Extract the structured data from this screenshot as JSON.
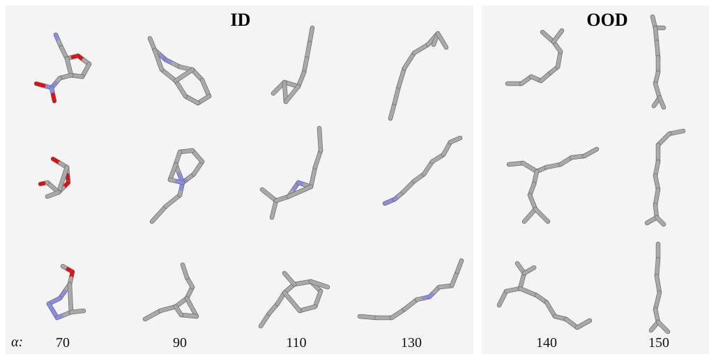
{
  "panels": {
    "id": {
      "title": "ID"
    },
    "ood": {
      "title": "OOD"
    }
  },
  "alpha": {
    "label": "α:",
    "values": [
      "70",
      "90",
      "110",
      "130",
      "140",
      "150"
    ]
  },
  "colors": {
    "carbon": "#a9a9a9",
    "nitrogen": "#8c8ce0",
    "oxygen": "#e01010",
    "panel_bg": "#f4f4f4"
  },
  "molecules": [
    {
      "column": 0,
      "row": 0,
      "elements": [
        "C",
        "N",
        "O"
      ]
    },
    {
      "column": 1,
      "row": 0,
      "elements": [
        "C",
        "N"
      ]
    },
    {
      "column": 2,
      "row": 0,
      "elements": [
        "C"
      ]
    },
    {
      "column": 3,
      "row": 0,
      "elements": [
        "C"
      ]
    },
    {
      "column": 4,
      "row": 0,
      "elements": [
        "C"
      ]
    },
    {
      "column": 5,
      "row": 0,
      "elements": [
        "C"
      ]
    },
    {
      "column": 0,
      "row": 1,
      "elements": [
        "C",
        "O"
      ]
    },
    {
      "column": 1,
      "row": 1,
      "elements": [
        "C",
        "N"
      ]
    },
    {
      "column": 2,
      "row": 1,
      "elements": [
        "C",
        "N"
      ]
    },
    {
      "column": 3,
      "row": 1,
      "elements": [
        "C",
        "N"
      ]
    },
    {
      "column": 4,
      "row": 1,
      "elements": [
        "C"
      ]
    },
    {
      "column": 5,
      "row": 1,
      "elements": [
        "C"
      ]
    },
    {
      "column": 0,
      "row": 2,
      "elements": [
        "C",
        "N",
        "O"
      ]
    },
    {
      "column": 1,
      "row": 2,
      "elements": [
        "C"
      ]
    },
    {
      "column": 2,
      "row": 2,
      "elements": [
        "C"
      ]
    },
    {
      "column": 3,
      "row": 2,
      "elements": [
        "C",
        "N"
      ]
    },
    {
      "column": 4,
      "row": 2,
      "elements": [
        "C"
      ]
    },
    {
      "column": 5,
      "row": 2,
      "elements": [
        "C"
      ]
    }
  ]
}
